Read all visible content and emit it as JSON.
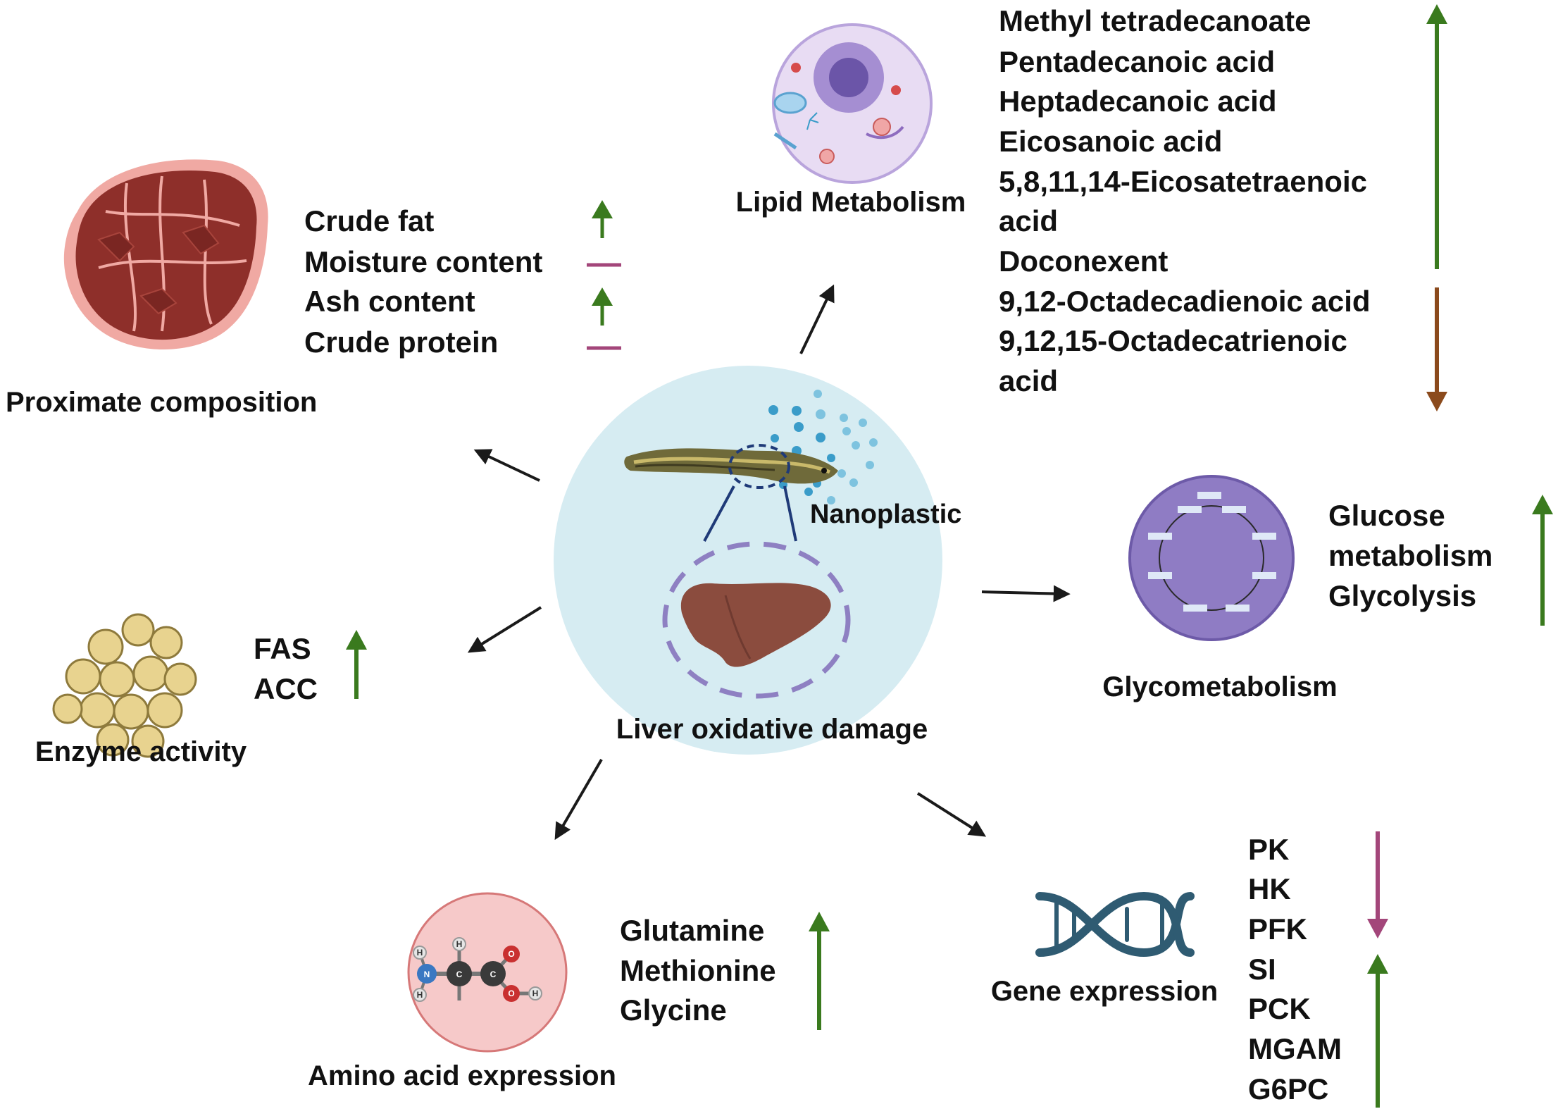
{
  "center": {
    "label": "Liver oxidative damage",
    "nanoplastic_label": "Nanoplastic"
  },
  "proximate": {
    "title": "Proximate composition",
    "items": [
      {
        "text": "Crude fat",
        "trend": "up"
      },
      {
        "text": "Moisture content",
        "trend": "unchanged"
      },
      {
        "text": "Ash content",
        "trend": "up"
      },
      {
        "text": "Crude protein",
        "trend": "unchanged"
      }
    ]
  },
  "lipid": {
    "title": "Lipid Metabolism",
    "lines": [
      "Methyl tetradecanoate",
      "Pentadecanoic acid",
      "Heptadecanoic acid",
      "Eicosanoic acid",
      "5,8,11,14-Eicosatetraenoic",
      "acid",
      "Doconexent",
      "9,12-Octadecadienoic acid",
      "9,12,15-Octadecatrienoic",
      "acid"
    ],
    "up_group": "first 7 lines",
    "down_group": "last 3 lines"
  },
  "glyco": {
    "title": "Glycometabolism",
    "lines": [
      "Glucose",
      "metabolism",
      "Glycolysis"
    ],
    "trend": "up"
  },
  "enzyme": {
    "title": "Enzyme activity",
    "lines": [
      "FAS",
      "ACC"
    ],
    "trend": "up"
  },
  "amino": {
    "title": "Amino acid expression",
    "lines": [
      "Glutamine",
      "Methionine",
      "Glycine"
    ],
    "trend": "up",
    "atom_labels": [
      "H",
      "H",
      "H",
      "N",
      "C",
      "C",
      "O",
      "O",
      "H"
    ]
  },
  "gene": {
    "title": "Gene expression",
    "lines": [
      "PK",
      "HK",
      "PFK",
      "SI",
      "PCK",
      "MGAM",
      "G6PC"
    ],
    "down_group": "PK, HK, PFK",
    "up_group": "SI, PCK, MGAM, G6PC"
  },
  "colors": {
    "up": "#3a7a1e",
    "down_brown": "#8b4a1c",
    "down_magenta": "#a3467a",
    "dash_magenta": "#a3467a",
    "center_circle": "#d6ecf2",
    "liver": "#8b4c3e",
    "meat": "#8e2f2a",
    "cell": "#e8dcf3",
    "krebs": "#8f7cc4",
    "dna": "#2f5b72",
    "amino_circle": "#f6c9c9"
  }
}
